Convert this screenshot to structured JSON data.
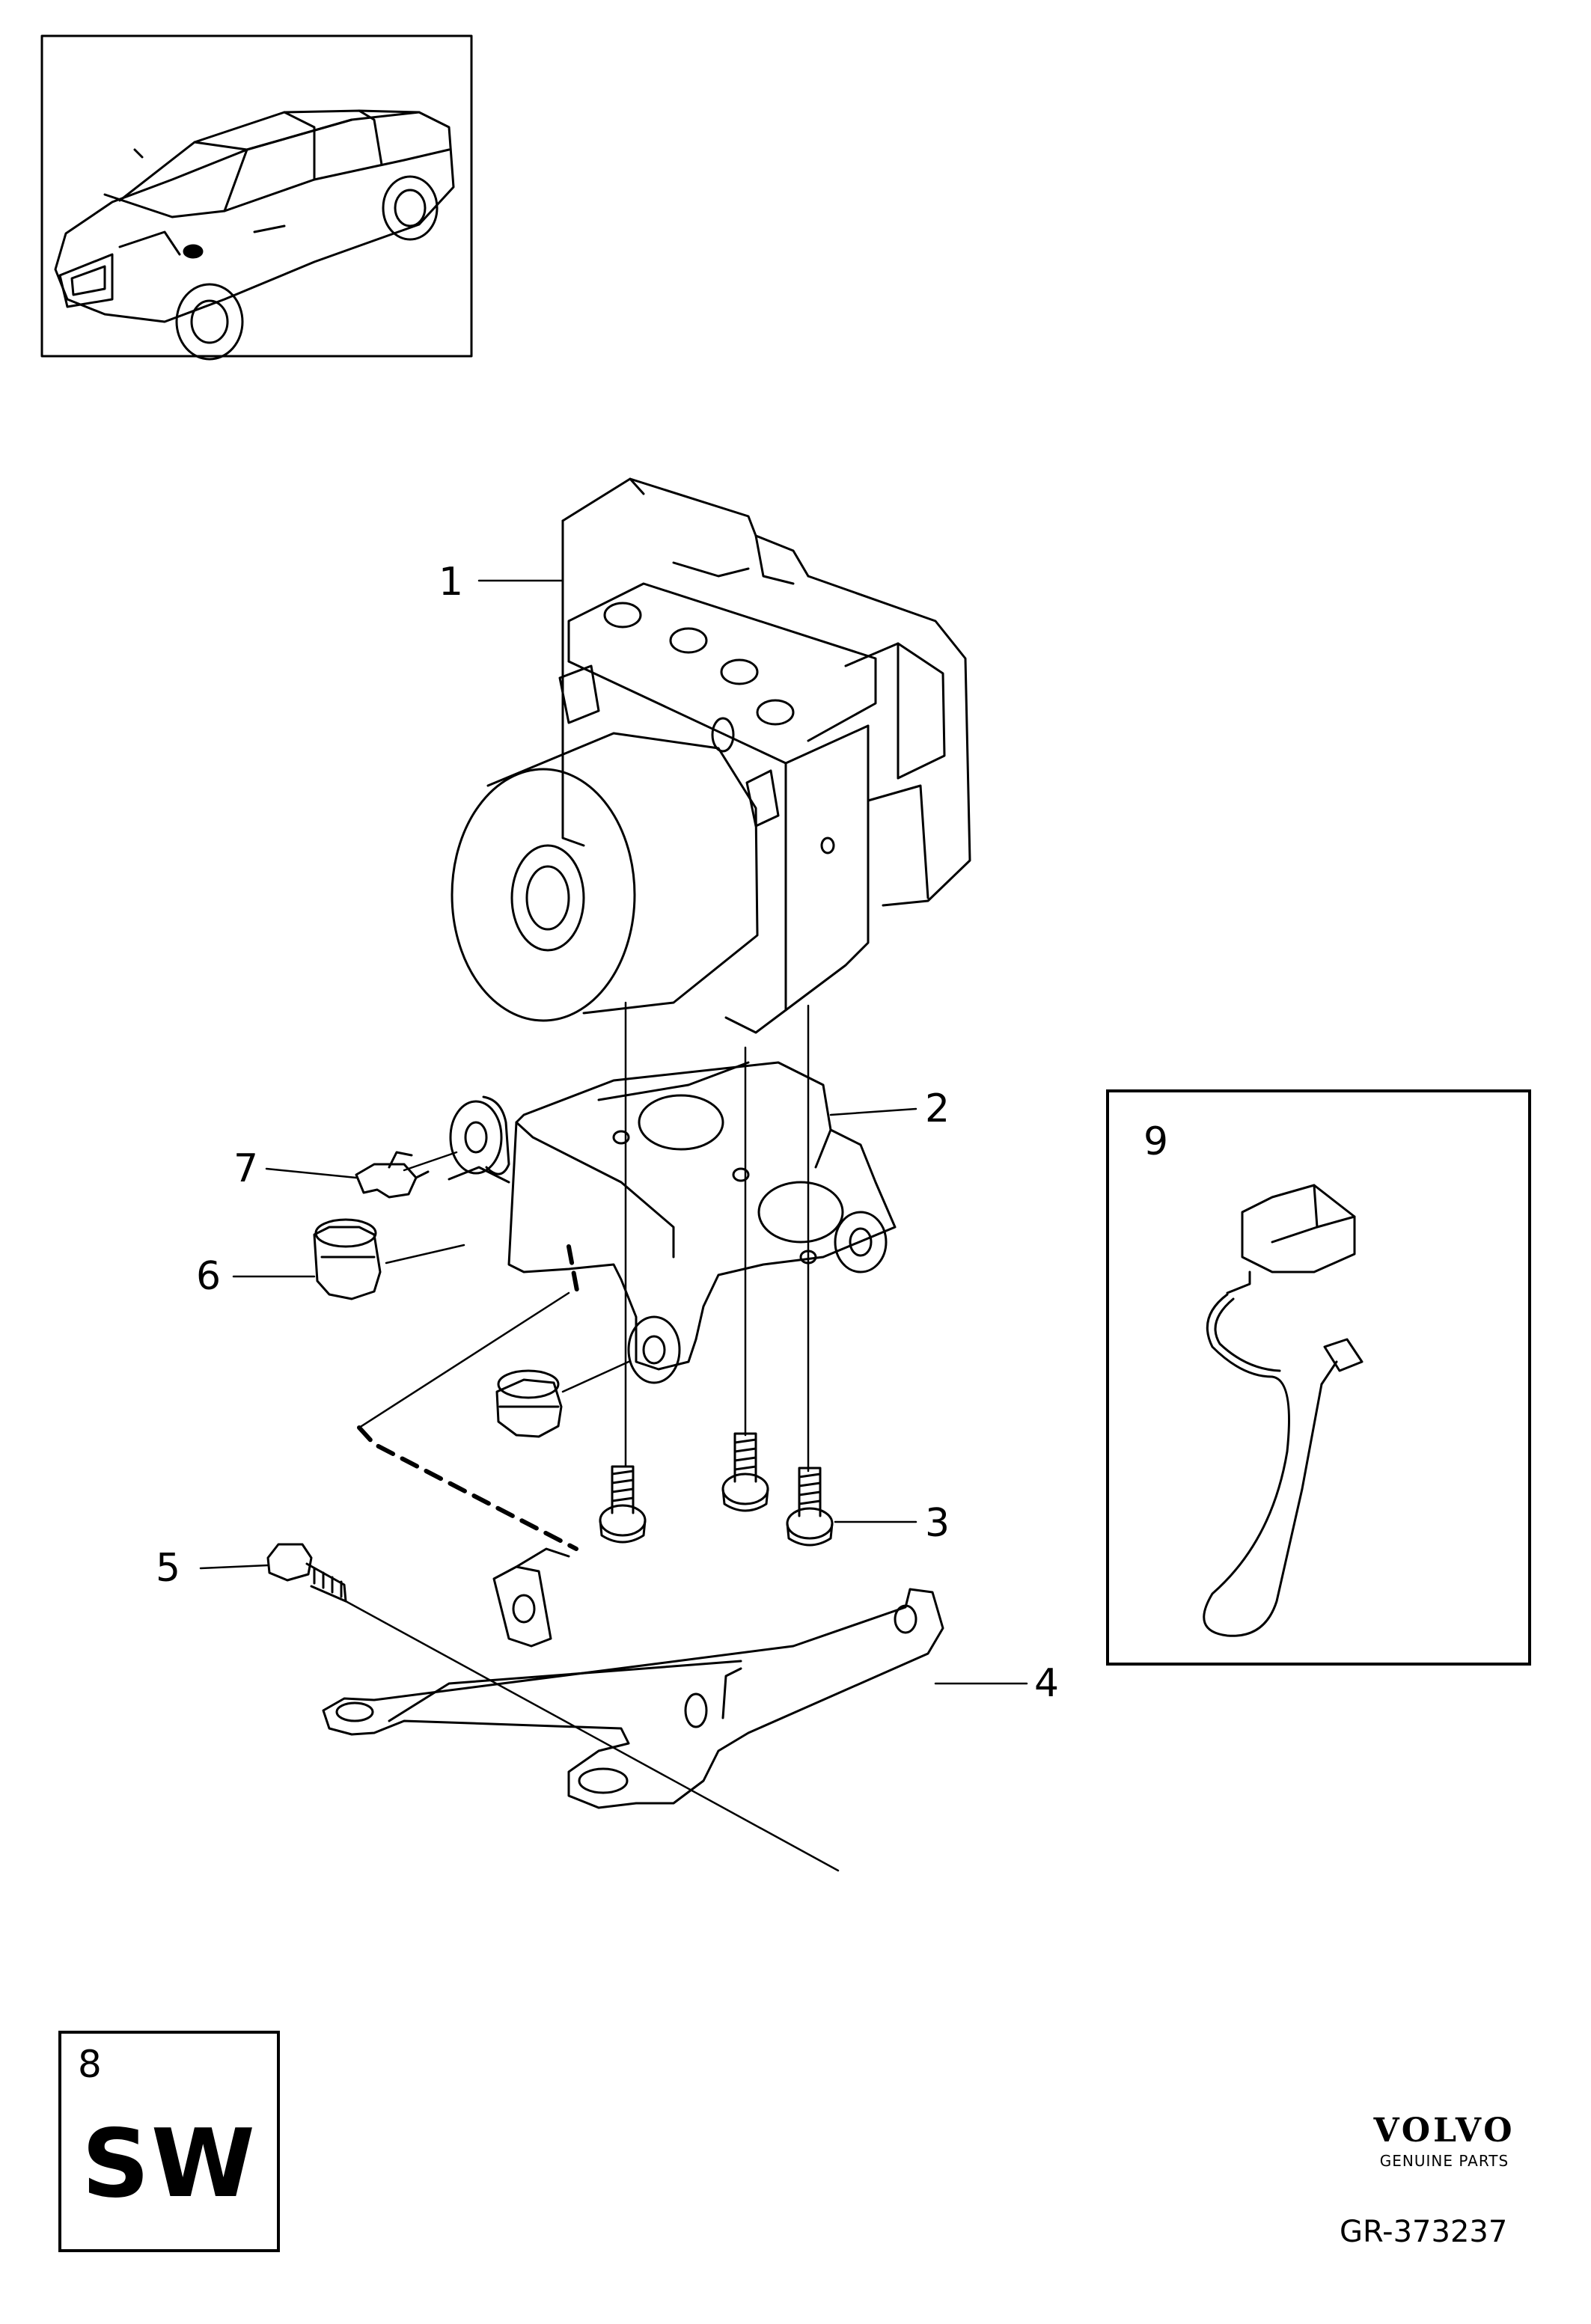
{
  "callouts": {
    "c1": "1",
    "c2": "2",
    "c3": "3",
    "c4": "4",
    "c5": "5",
    "c6": "6",
    "c7": "7",
    "c9": "9"
  },
  "software_box": {
    "number": "8",
    "label": "SW"
  },
  "brand": {
    "name": "VOLVO",
    "subtitle": "GENUINE PARTS"
  },
  "drawing_number": "GR-373237",
  "icons": [
    "car-location-icon",
    "abs-hydraulic-unit-icon",
    "bracket-icon",
    "screw-icon",
    "mounting-frame-icon",
    "bolt-icon",
    "rubber-bushing-icon",
    "clip-icon",
    "wiring-harness-icon"
  ]
}
